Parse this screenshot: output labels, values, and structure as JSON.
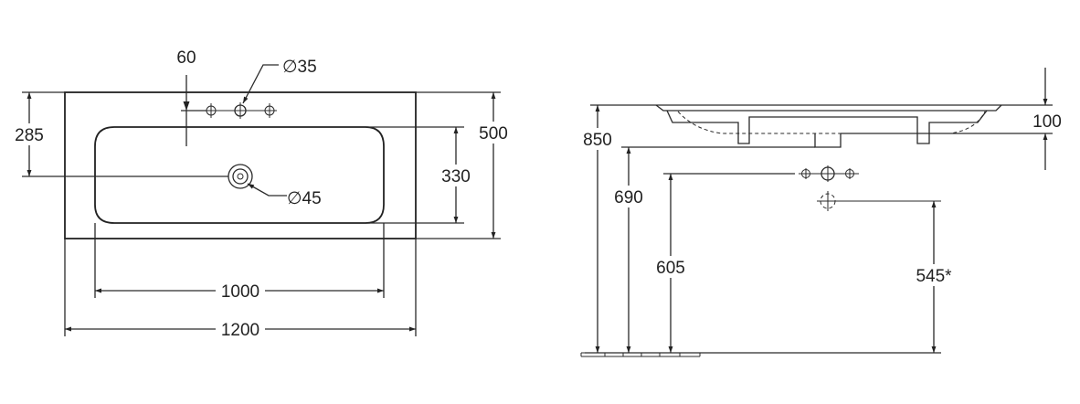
{
  "top_view": {
    "dim_tap_offset": "60",
    "dim_tap_diameter": "∅35",
    "dim_waste_diameter": "∅45",
    "dim_waste_offset": "285",
    "dim_depth": "500",
    "dim_bowl_depth": "330",
    "dim_bowl_width": "1000",
    "dim_total_width": "1200"
  },
  "side_view": {
    "dim_top_height": "850",
    "dim_rim_height": "100",
    "dim_bottom_height": "690",
    "dim_tap_height": "605",
    "dim_waste_height": "545*"
  }
}
